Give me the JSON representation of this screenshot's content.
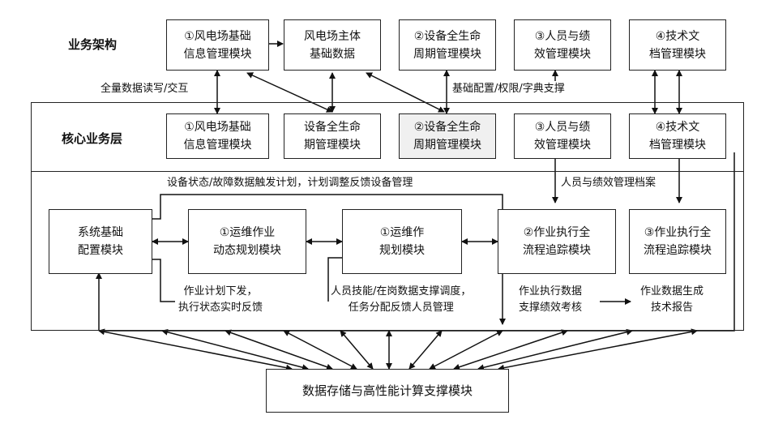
{
  "layers": {
    "business": "业务架构",
    "core": "核心业务层"
  },
  "top_boxes": [
    "①风电场基础\n信息管理模块",
    "风电场主体\n基础数据",
    "②设备全生命\n周期管理模块",
    "③人员与绩\n效管理模块",
    "④技术文\n档管理模块"
  ],
  "core_boxes": [
    "①风电场基础\n信息管理模块",
    "设备全生命\n期管理模块",
    "②设备全生命\n周期管理模块",
    "③人员与绩\n效管理模块",
    "④技术文\n档管理模块"
  ],
  "ops_boxes": {
    "system_config": "系统基础\n配置模块",
    "dynamic_plan": "①运维作业\n动态规划模块",
    "ops_plan": "①运维作\n规划模块",
    "exec_track_2": "②作业执行全\n流程追踪模块",
    "exec_track_3": "③作业执行全\n流程追踪模块"
  },
  "storage_box": "数据存储与高性能计算支撑模块",
  "labels": {
    "full_data_rw": "全量数据读写/交互",
    "base_config": "基础配置/权限/字典支撑",
    "device_status": "设备状态/故障数据触发计划，计划调整反馈设备管理",
    "personnel_archive": "人员与绩效管理档案",
    "plan_dispatch": "作业计划下发，\n执行状态实时反馈",
    "skill_dispatch": "人员技能/在岗数据支撑调度，\n任务分配反馈人员管理",
    "exec_data": "作业执行数据\n支撑绩效考核",
    "report": "作业数据生成\n技术报告"
  }
}
